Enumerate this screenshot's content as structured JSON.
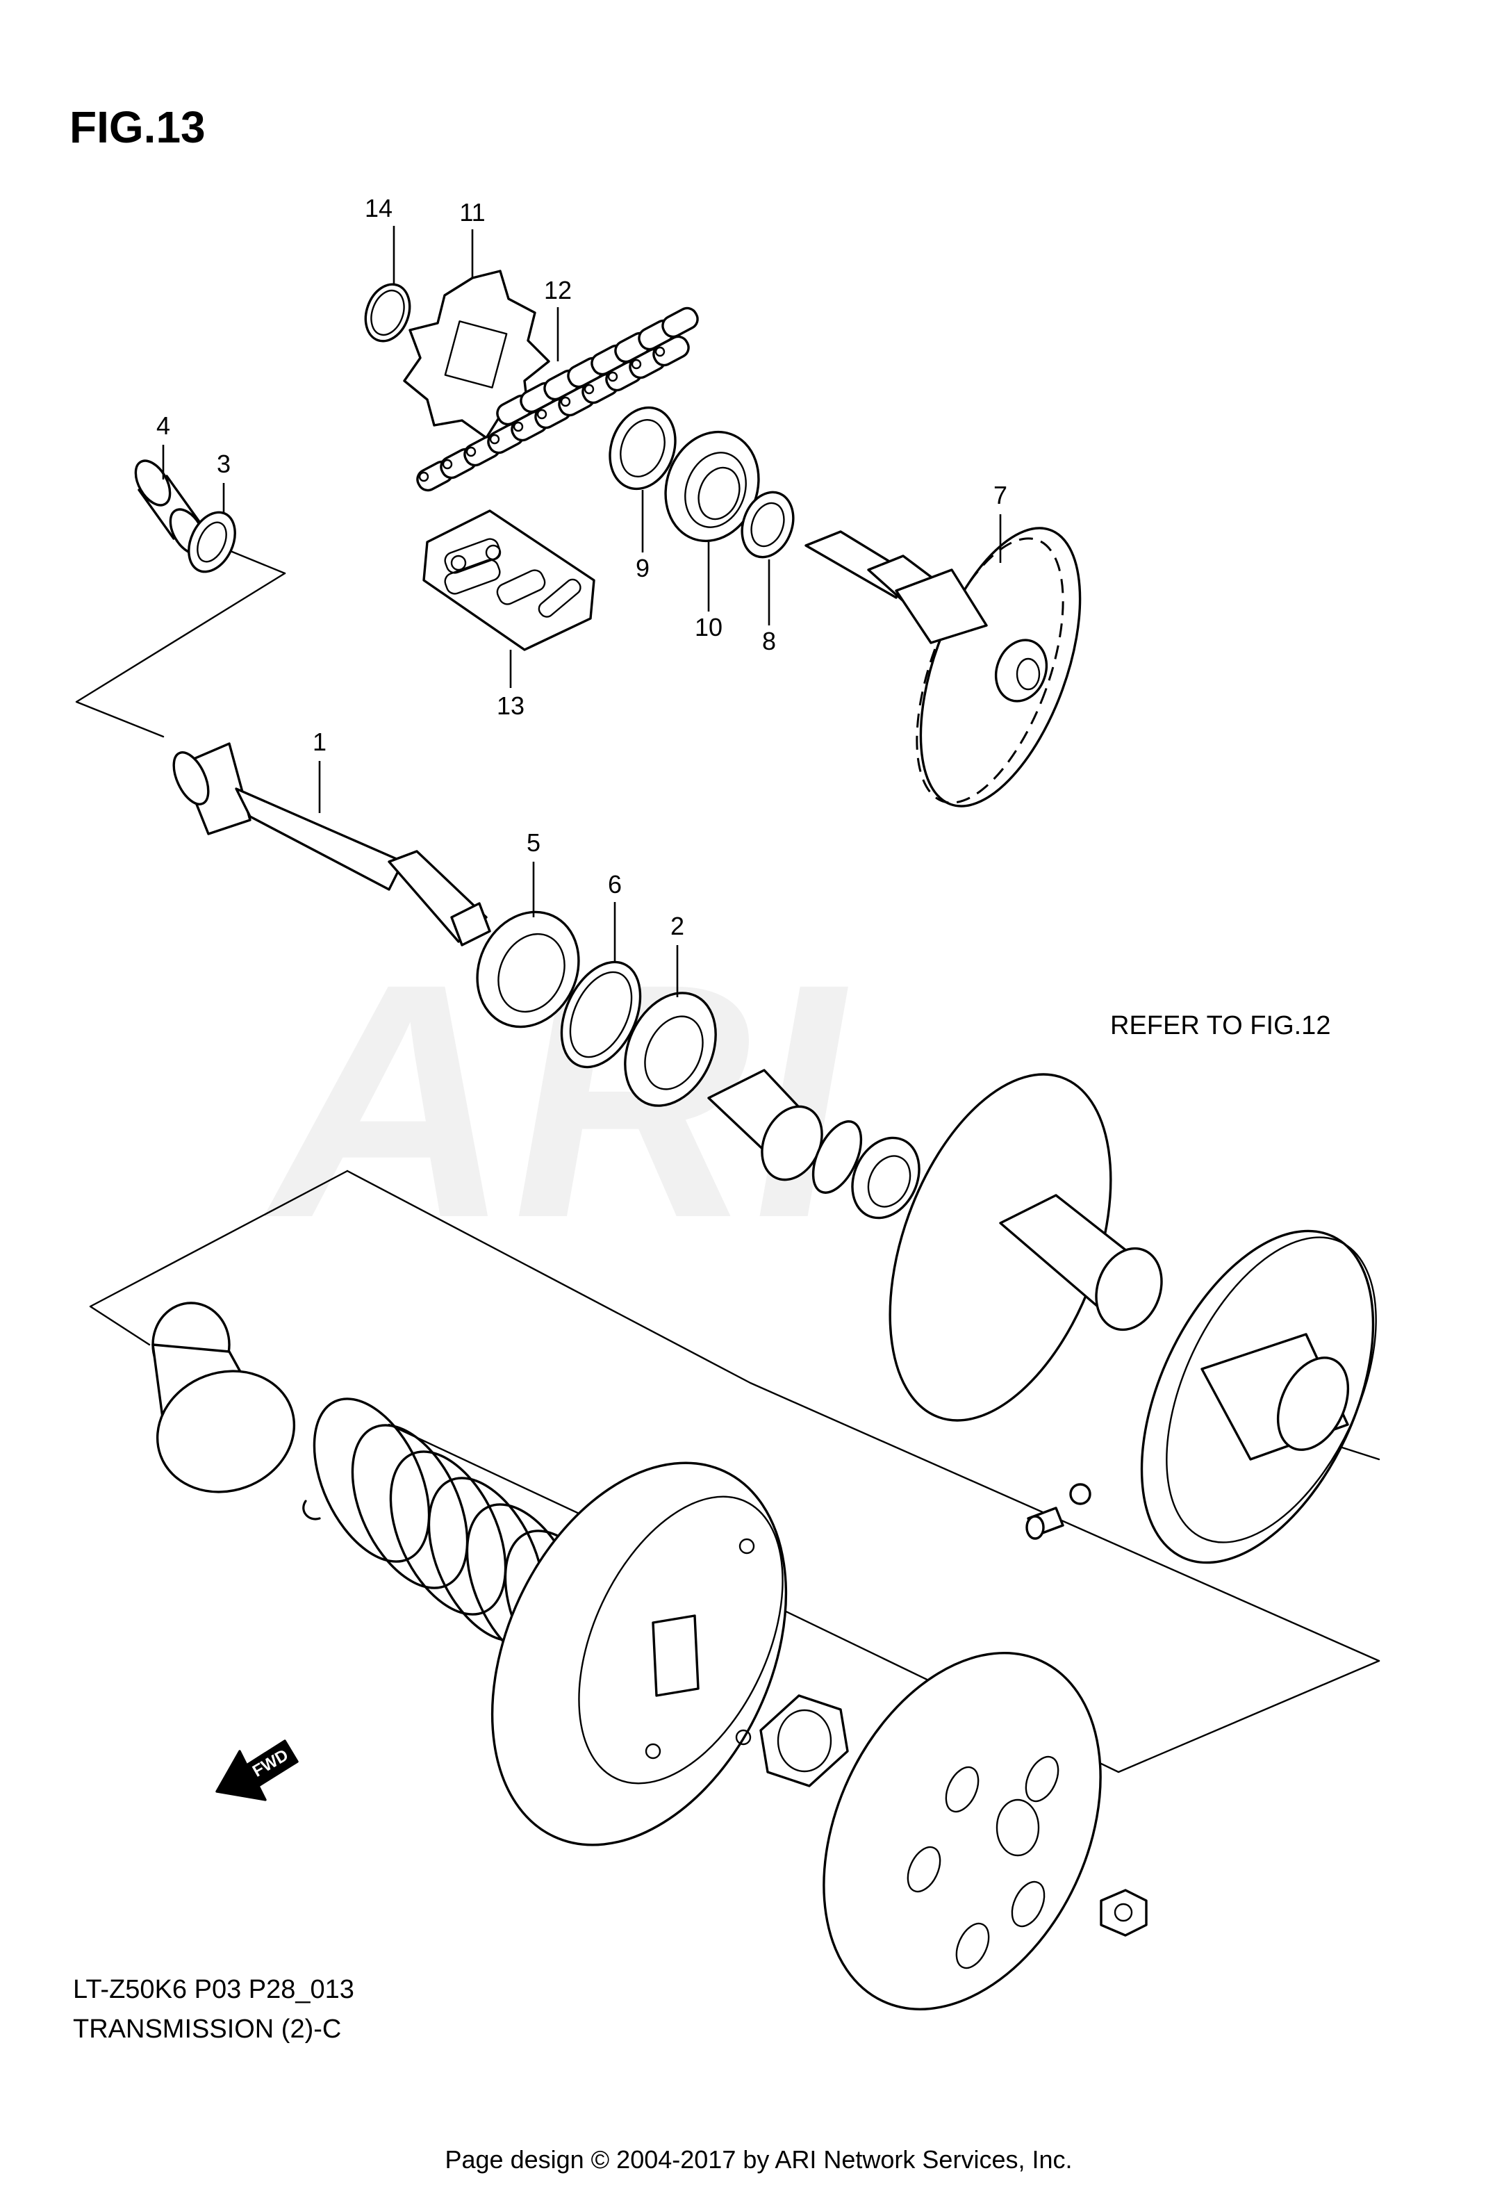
{
  "figure": {
    "title": "FIG.13",
    "refer_note": "REFER TO FIG.12",
    "code_line": "LT-Z50K6 P03 P28_013",
    "section_line": "TRANSMISSION (2)-C",
    "fwd_label": "FWD",
    "watermark": "ARI"
  },
  "callouts": [
    "1",
    "2",
    "3",
    "4",
    "5",
    "6",
    "7",
    "8",
    "9",
    "10",
    "11",
    "12",
    "13",
    "14"
  ],
  "footer": {
    "text": "Page design © 2004-2017 by ARI Network Services, Inc."
  }
}
